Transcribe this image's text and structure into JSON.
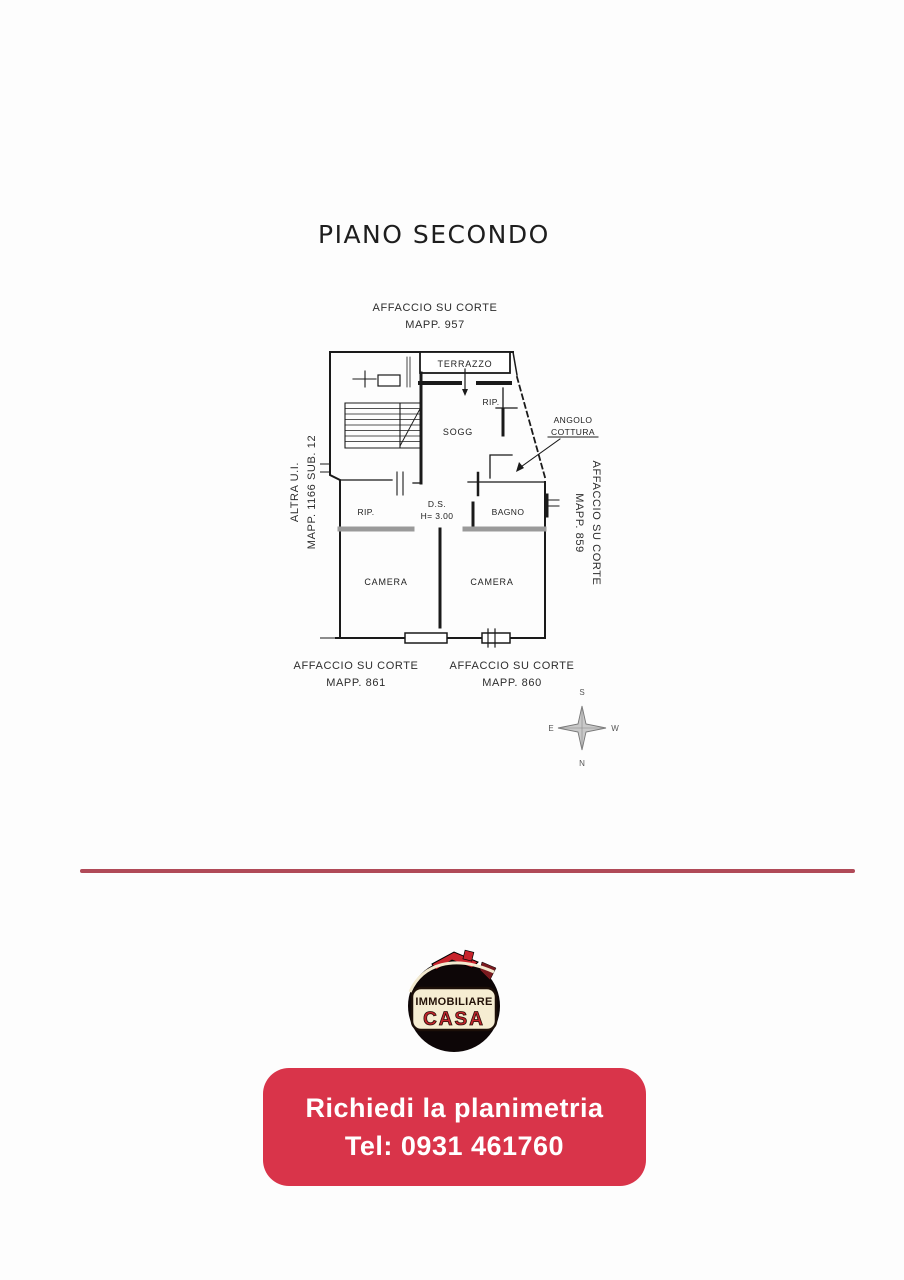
{
  "page": {
    "title": "PIANO SECONDO",
    "background": "#ffffff"
  },
  "floor_plan": {
    "side_labels": {
      "top": {
        "line1": "AFFACCIO SU CORTE",
        "line2": "MAPP. 957"
      },
      "left": {
        "line1": "ALTRA U.I.",
        "line2": "MAPP. 1166 SUB. 12"
      },
      "right": {
        "line1": "AFFACCIO SU CORTE",
        "line2": "MAPP. 859"
      },
      "bottom_left": {
        "line1": "AFFACCIO SU CORTE",
        "line2": "MAPP. 861"
      },
      "bottom_right": {
        "line1": "AFFACCIO SU CORTE",
        "line2": "MAPP. 860"
      }
    },
    "rooms": {
      "terrazzo": "TERRAZZO",
      "rip_top": "RIP.",
      "soggiorno": "SOGG",
      "angolo_line1": "ANGOLO",
      "angolo_line2": "COTTURA",
      "ds": "D.S.",
      "ds_height": "H= 3.00",
      "rip_left": "RIP.",
      "bagno": "BAGNO",
      "camera_left": "CAMERA",
      "camera_right": "CAMERA"
    },
    "compass": {
      "n": "N",
      "s": "S",
      "e": "E",
      "w": "W"
    }
  },
  "divider": {
    "color": "#b04a58"
  },
  "logo": {
    "line1": "IMMOBILIARE",
    "line2": "CASA",
    "plaque_color": "#f6edd2",
    "accent_color": "#c2242b"
  },
  "cta": {
    "line1": "Richiedi la planimetria",
    "line2": "Tel: 0931 461760",
    "background": "#d9344a",
    "text_color": "#ffffff"
  }
}
